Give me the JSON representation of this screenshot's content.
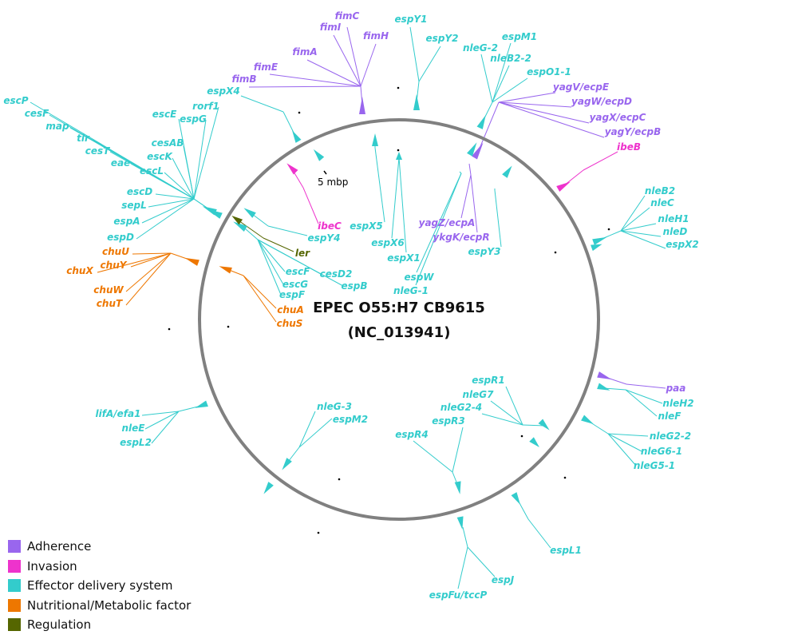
{
  "title": {
    "line1": "EPEC O55:H7 CB9615",
    "line2": "(NC_013941)"
  },
  "marker": "5 mbp",
  "colors": {
    "adherence": "#9966ee",
    "invasion": "#ee33cc",
    "effector": "#33cccc",
    "nutritional": "#ee7700",
    "regulation": "#556600",
    "circle": "#808080"
  },
  "legend": [
    {
      "label": "Adherence",
      "color": "#9966ee"
    },
    {
      "label": "Invasion",
      "color": "#ee33cc"
    },
    {
      "label": "Effector delivery system",
      "color": "#33cccc"
    },
    {
      "label": "Nutritional/Metabolic factor",
      "color": "#ee7700"
    },
    {
      "label": "Regulation",
      "color": "#556600"
    }
  ],
  "genes": [
    {
      "name": "fimC",
      "cat": "adherence"
    },
    {
      "name": "fimI",
      "cat": "adherence"
    },
    {
      "name": "fimH",
      "cat": "adherence"
    },
    {
      "name": "fimA",
      "cat": "adherence"
    },
    {
      "name": "fimE",
      "cat": "adherence"
    },
    {
      "name": "fimB",
      "cat": "adherence"
    },
    {
      "name": "espY1",
      "cat": "effector"
    },
    {
      "name": "espY2",
      "cat": "effector"
    },
    {
      "name": "nleG-2",
      "cat": "effector"
    },
    {
      "name": "espM1",
      "cat": "effector"
    },
    {
      "name": "nleB2-2",
      "cat": "effector"
    },
    {
      "name": "espO1-1",
      "cat": "effector"
    },
    {
      "name": "yagV/ecpE",
      "cat": "adherence"
    },
    {
      "name": "yagW/ecpD",
      "cat": "adherence"
    },
    {
      "name": "yagX/ecpC",
      "cat": "adherence"
    },
    {
      "name": "yagY/ecpB",
      "cat": "adherence"
    },
    {
      "name": "ibeB",
      "cat": "invasion"
    },
    {
      "name": "espX4",
      "cat": "effector"
    },
    {
      "name": "escP",
      "cat": "effector"
    },
    {
      "name": "cesF",
      "cat": "effector"
    },
    {
      "name": "map",
      "cat": "effector"
    },
    {
      "name": "tir",
      "cat": "effector"
    },
    {
      "name": "cesT",
      "cat": "effector"
    },
    {
      "name": "eae",
      "cat": "effector"
    },
    {
      "name": "escL",
      "cat": "effector"
    },
    {
      "name": "escK",
      "cat": "effector"
    },
    {
      "name": "cesAB",
      "cat": "effector"
    },
    {
      "name": "escE",
      "cat": "effector"
    },
    {
      "name": "espG",
      "cat": "effector"
    },
    {
      "name": "rorf1",
      "cat": "effector"
    },
    {
      "name": "escD",
      "cat": "effector"
    },
    {
      "name": "sepL",
      "cat": "effector"
    },
    {
      "name": "espA",
      "cat": "effector"
    },
    {
      "name": "espD",
      "cat": "effector"
    },
    {
      "name": "chuU",
      "cat": "nutritional"
    },
    {
      "name": "chuY",
      "cat": "nutritional"
    },
    {
      "name": "chuX",
      "cat": "nutritional"
    },
    {
      "name": "chuW",
      "cat": "nutritional"
    },
    {
      "name": "chuT",
      "cat": "nutritional"
    },
    {
      "name": "ibeC",
      "cat": "invasion"
    },
    {
      "name": "espX5",
      "cat": "effector"
    },
    {
      "name": "espY4",
      "cat": "effector"
    },
    {
      "name": "ler",
      "cat": "regulation"
    },
    {
      "name": "escF",
      "cat": "effector"
    },
    {
      "name": "cesD2",
      "cat": "effector"
    },
    {
      "name": "escG",
      "cat": "effector"
    },
    {
      "name": "espB",
      "cat": "effector"
    },
    {
      "name": "espF",
      "cat": "effector"
    },
    {
      "name": "chuA",
      "cat": "nutritional"
    },
    {
      "name": "chuS",
      "cat": "nutritional"
    },
    {
      "name": "espX6",
      "cat": "effector"
    },
    {
      "name": "espX1",
      "cat": "effector"
    },
    {
      "name": "espW",
      "cat": "effector"
    },
    {
      "name": "nleG-1",
      "cat": "effector"
    },
    {
      "name": "yagZ/ecpA",
      "cat": "adherence"
    },
    {
      "name": "ykgK/ecpR",
      "cat": "adherence"
    },
    {
      "name": "espY3",
      "cat": "effector"
    },
    {
      "name": "nleB2",
      "cat": "effector"
    },
    {
      "name": "nleC",
      "cat": "effector"
    },
    {
      "name": "nleH1",
      "cat": "effector"
    },
    {
      "name": "nleD",
      "cat": "effector"
    },
    {
      "name": "espX2",
      "cat": "effector"
    },
    {
      "name": "paa",
      "cat": "adherence"
    },
    {
      "name": "nleH2",
      "cat": "effector"
    },
    {
      "name": "nleF",
      "cat": "effector"
    },
    {
      "name": "nleG2-2",
      "cat": "effector"
    },
    {
      "name": "nleG6-1",
      "cat": "effector"
    },
    {
      "name": "nleG5-1",
      "cat": "effector"
    },
    {
      "name": "espR1",
      "cat": "effector"
    },
    {
      "name": "nleG7",
      "cat": "effector"
    },
    {
      "name": "nleG2-4",
      "cat": "effector"
    },
    {
      "name": "espR3",
      "cat": "effector"
    },
    {
      "name": "espR4",
      "cat": "effector"
    },
    {
      "name": "lifA/efa1",
      "cat": "effector"
    },
    {
      "name": "nleE",
      "cat": "effector"
    },
    {
      "name": "espL2",
      "cat": "effector"
    },
    {
      "name": "nleG-3",
      "cat": "effector"
    },
    {
      "name": "espM2",
      "cat": "effector"
    },
    {
      "name": "espL1",
      "cat": "effector"
    },
    {
      "name": "espJ",
      "cat": "effector"
    },
    {
      "name": "espFu/tccP",
      "cat": "effector"
    }
  ]
}
